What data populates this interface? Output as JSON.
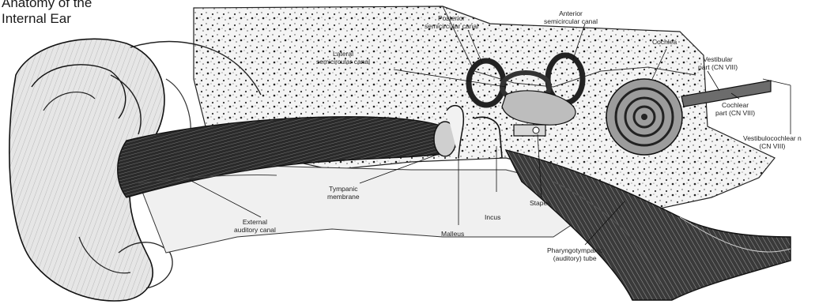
{
  "title": {
    "line1": "Anatomy of the",
    "line2": "Internal Ear"
  },
  "labels": {
    "posterior": [
      "Posterior",
      "semicircular canal"
    ],
    "anterior": [
      "Anterior",
      "semicircular canal"
    ],
    "cochlea": [
      "Cochlea"
    ],
    "lateral": [
      "Lateral",
      "semicircular canal"
    ],
    "vestibular": [
      "Vestibular",
      "part (CN VIII)"
    ],
    "cochlear_part": [
      "Cochlear",
      "part (CN VIII)"
    ],
    "vestibulocochlear": [
      "Vestibulocochlear n",
      "(CN VIII)"
    ],
    "tympanic": [
      "Tympanic",
      "membrane"
    ],
    "incus": [
      "Incus"
    ],
    "stapes": [
      "Stapes"
    ],
    "malleus": [
      "Malleus"
    ],
    "external": [
      "External",
      "auditory canal"
    ],
    "pharyngo": [
      "Pharyngotympanic",
      "(auditory) tube"
    ]
  }
}
